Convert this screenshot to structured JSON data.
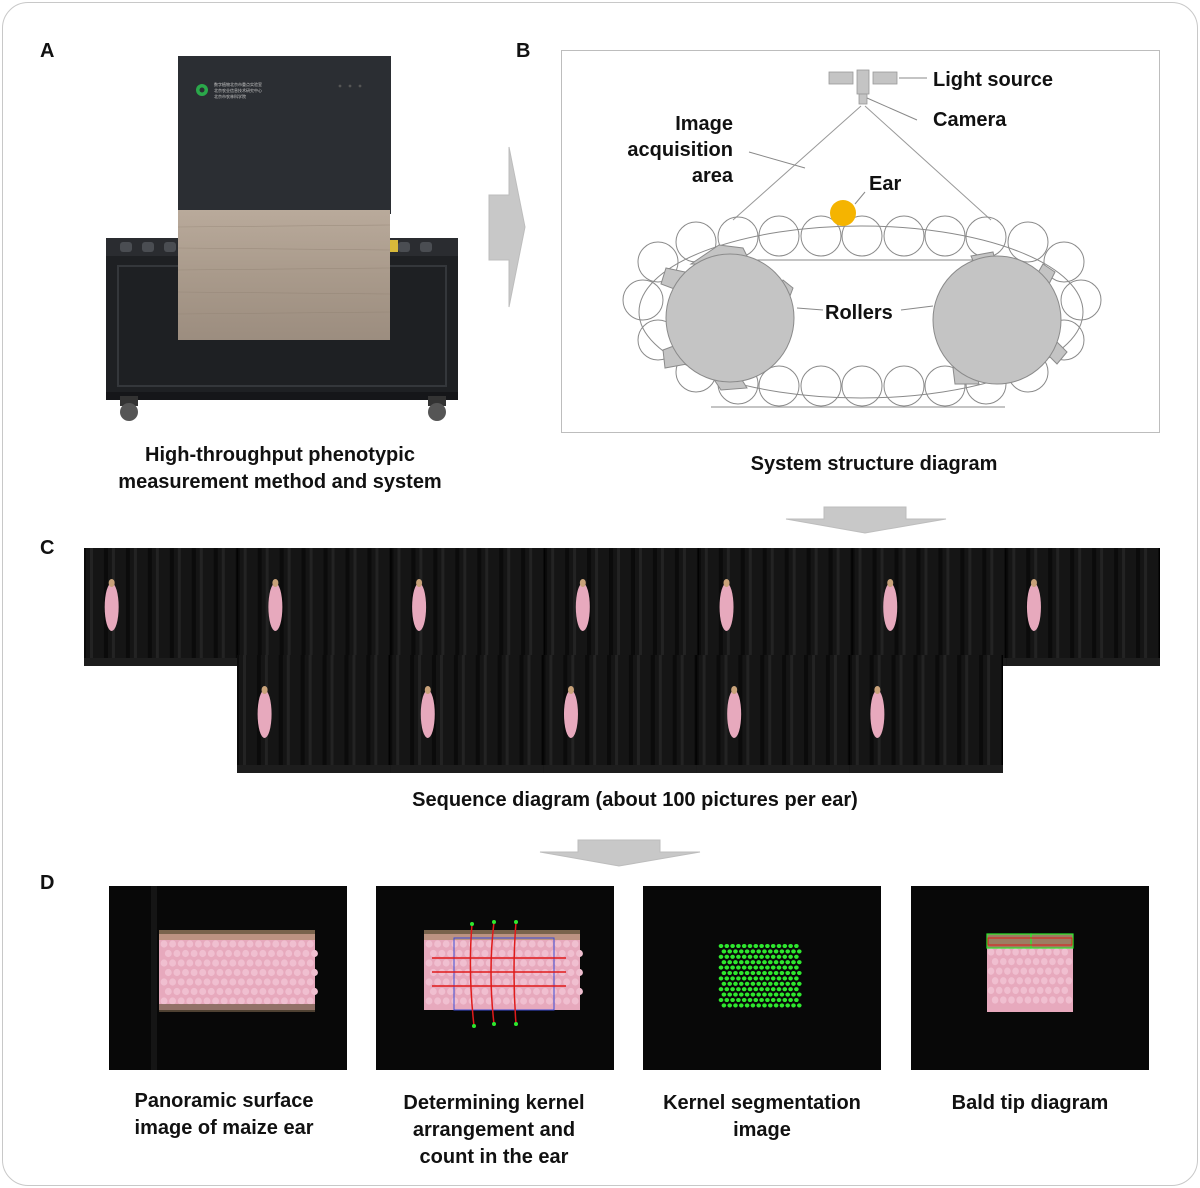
{
  "panels": {
    "a": {
      "letter": "A",
      "caption_line1": "High-throughput phenotypic",
      "caption_line2": "measurement method and system",
      "machine_logo_text": [
        "数字植物北京市重点实验室",
        "北京农业信息技术研究中心",
        "北京市农林科学院"
      ]
    },
    "b": {
      "letter": "B",
      "caption": "System structure diagram",
      "labels": {
        "light_source": "Light source",
        "camera": "Camera",
        "image_line1": "Image",
        "image_line2": "acquisition",
        "image_line3": "area",
        "ear": "Ear",
        "rollers": "Rollers"
      }
    },
    "c": {
      "letter": "C",
      "caption": "Sequence diagram (about 100 pictures per ear)"
    },
    "d": {
      "letter": "D",
      "items": [
        {
          "line1": "Panoramic surface",
          "line2": "image of maize ear",
          "line3": ""
        },
        {
          "line1": "Determining kernel",
          "line2": "arrangement and",
          "line3": "count in the ear"
        },
        {
          "line1": "Kernel segmentation",
          "line2": "image",
          "line3": ""
        },
        {
          "line1": "Bald tip diagram",
          "line2": "",
          "line3": ""
        }
      ]
    }
  },
  "colors": {
    "arrow": "#c8c8c8",
    "ear_yellow": "#f5b400",
    "roller_gray": "#c4c4c4",
    "kernel_pink": "#e7a9bd",
    "segment_green": "#2ee82e",
    "annotation_red": "#e01b1b",
    "annotation_blue": "#3a4bd8"
  }
}
